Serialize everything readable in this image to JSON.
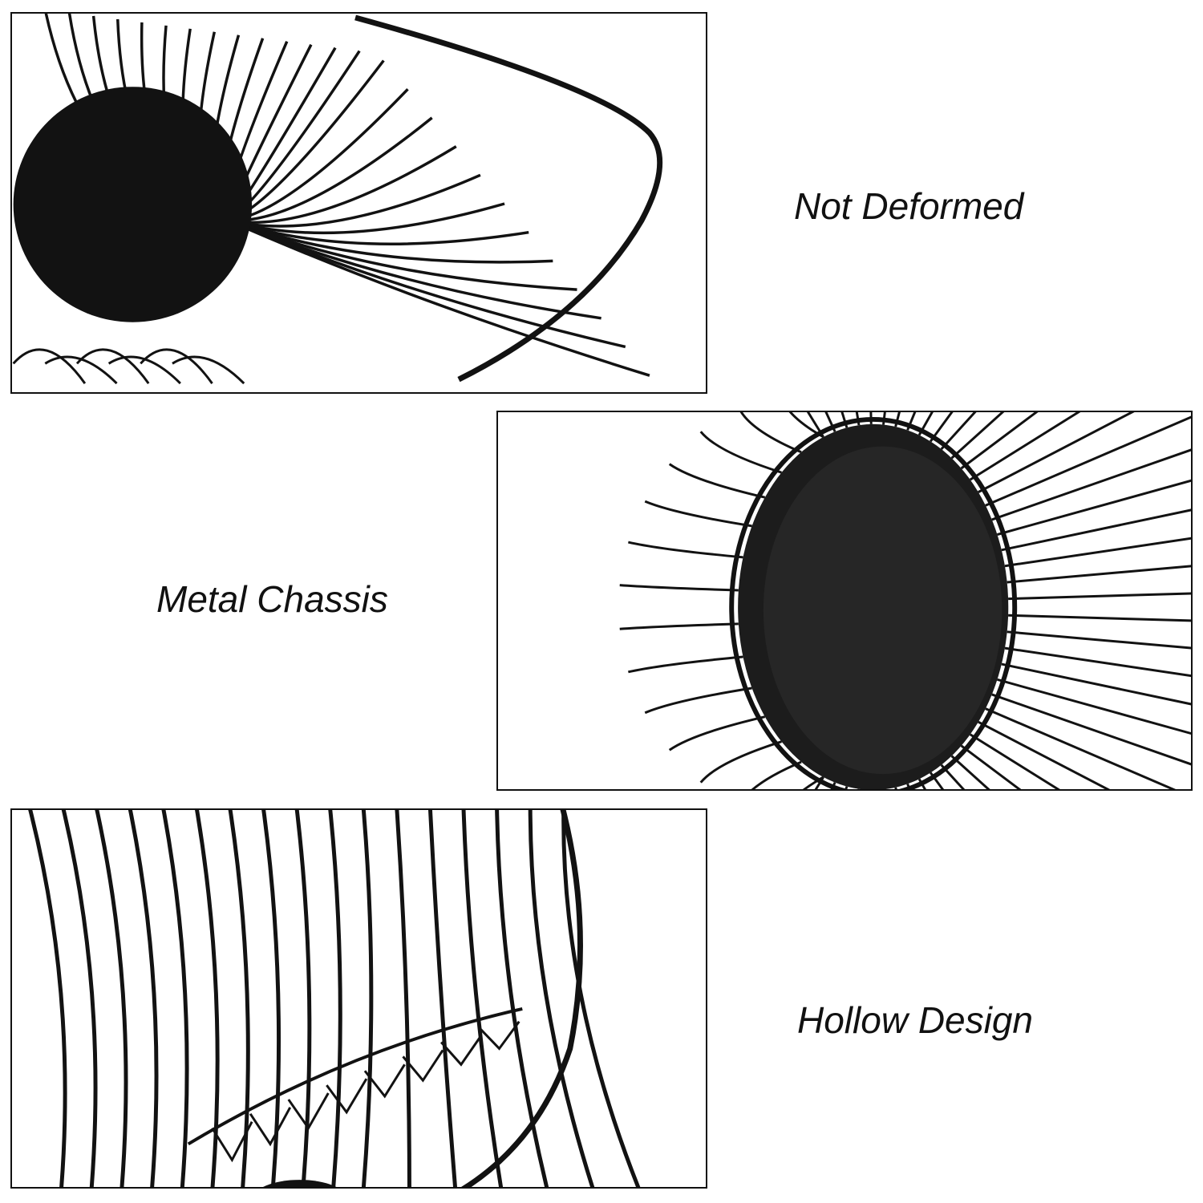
{
  "captions": {
    "not_deformed": "Not Deformed",
    "metal_chassis": "Metal Chassis",
    "hollow_design": "Hollow Design"
  },
  "colors": {
    "background": "#ffffff",
    "metal": "#121212",
    "text": "#111111",
    "panel_border": "#111111"
  },
  "panels": [
    {
      "subject": "oval wire basket side view with solid metal base"
    },
    {
      "subject": "round solid metal chassis with radiating wire ribs"
    },
    {
      "subject": "curved hollow wire basket wall"
    }
  ]
}
